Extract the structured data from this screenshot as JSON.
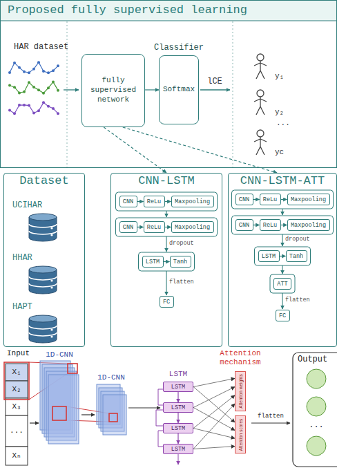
{
  "diagram": {
    "nodes": [
      {
        "text": [
          "Proposed fully supervised learning"
        ]
      },
      {
        "text": [
          "fully supervised network"
        ],
        "in": 0
      },
      {
        "text": [
          "Classifier",
          "Softmax"
        ],
        "in": 0
      },
      {
        "text": [
          "Dataset"
        ]
      },
      {
        "text": [
          "UCIHAR"
        ],
        "in": 3
      },
      {
        "text": [
          "HHAR"
        ],
        "in": 3
      },
      {
        "text": [
          "HAPT"
        ],
        "in": 3
      },
      {
        "text": [
          "CNN-LSTM"
        ]
      },
      {
        "text": [
          "CNN"
        ],
        "in": 7
      },
      {
        "text": [
          "ReLu"
        ],
        "in": 7
      },
      {
        "text": [
          "Maxpooling"
        ],
        "in": 7
      },
      {
        "text": [
          "CNN"
        ],
        "in": 7
      },
      {
        "text": [
          "ReLu"
        ],
        "in": 7
      },
      {
        "text": [
          "Maxpooling"
        ],
        "in": 7
      },
      {
        "text": [
          "LSTM"
        ],
        "in": 7
      },
      {
        "text": [
          "Tanh"
        ],
        "in": 7
      },
      {
        "text": [
          "FC"
        ],
        "in": 7
      },
      {
        "text": [
          "CNN-LSTM-ATT"
        ]
      },
      {
        "text": [
          "CNN"
        ],
        "in": 17
      },
      {
        "text": [
          "ReLu"
        ],
        "in": 17
      },
      {
        "text": [
          "Maxpooling"
        ],
        "in": 17
      },
      {
        "text": [
          "CNN"
        ],
        "in": 17
      },
      {
        "text": [
          "ReLu"
        ],
        "in": 17
      },
      {
        "text": [
          "Maxpooling"
        ],
        "in": 17
      },
      {
        "text": [
          "LSTM"
        ],
        "in": 17
      },
      {
        "text": [
          "Tanh"
        ],
        "in": 17
      },
      {
        "text": [
          "ATT"
        ],
        "in": 17
      },
      {
        "text": [
          "FC"
        ],
        "in": 17
      },
      {
        "text": [
          "LSTM"
        ]
      },
      {
        "text": [
          "LSTM"
        ]
      },
      {
        "text": [
          "LSTM"
        ]
      },
      {
        "text": [
          "LSTM"
        ]
      },
      {
        "text": [
          "Attention weights"
        ]
      },
      {
        "text": [
          "Attention scores"
        ]
      }
    ],
    "edges": [
      {
        "from": 1,
        "to": 2,
        "arrow": "to"
      },
      {
        "from": 1,
        "to": 7,
        "arrow": "to"
      },
      {
        "from": 1,
        "to": 17,
        "arrow": "to"
      },
      {
        "from": 8,
        "to": 9,
        "arrow": "to"
      },
      {
        "from": 9,
        "to": 10,
        "arrow": "to"
      },
      {
        "from": 11,
        "to": 12,
        "arrow": "to"
      },
      {
        "from": 12,
        "to": 13,
        "arrow": "to"
      },
      {
        "from": 14,
        "to": 15,
        "arrow": "to"
      },
      {
        "from": 18,
        "to": 19,
        "arrow": "to"
      },
      {
        "from": 19,
        "to": 20,
        "arrow": "to"
      },
      {
        "from": 21,
        "to": 22,
        "arrow": "to"
      },
      {
        "from": 22,
        "to": 23,
        "arrow": "to"
      },
      {
        "from": 24,
        "to": 25,
        "arrow": "to"
      },
      {
        "from": 28,
        "to": 29,
        "arrow": "to"
      },
      {
        "from": 29,
        "to": 30,
        "arrow": "to"
      },
      {
        "from": 30,
        "to": 31,
        "arrow": "to"
      },
      {
        "from": 28,
        "to": 32,
        "arrow": "to"
      },
      {
        "from": 28,
        "to": 33,
        "arrow": "to"
      },
      {
        "from": 29,
        "to": 32,
        "arrow": "to"
      },
      {
        "from": 29,
        "to": 33,
        "arrow": "to"
      },
      {
        "from": 30,
        "to": 32,
        "arrow": "to"
      },
      {
        "from": 30,
        "to": 33,
        "arrow": "to"
      },
      {
        "from": 31,
        "to": 32,
        "arrow": "to"
      },
      {
        "from": 31,
        "to": 33,
        "arrow": "to"
      }
    ],
    "labels": [
      "HAR dataset",
      "lCE",
      "y₁",
      "y₂",
      "...",
      "yc",
      "dropout",
      "flatten",
      "dropout",
      "flatten",
      "Input",
      "X₁",
      "X₂",
      "X₃",
      "...",
      "Xₙ",
      "1D-CNN",
      "1D-CNN",
      "LSTM",
      "Attention mechanism",
      "flatten",
      "Output",
      "..."
    ]
  }
}
